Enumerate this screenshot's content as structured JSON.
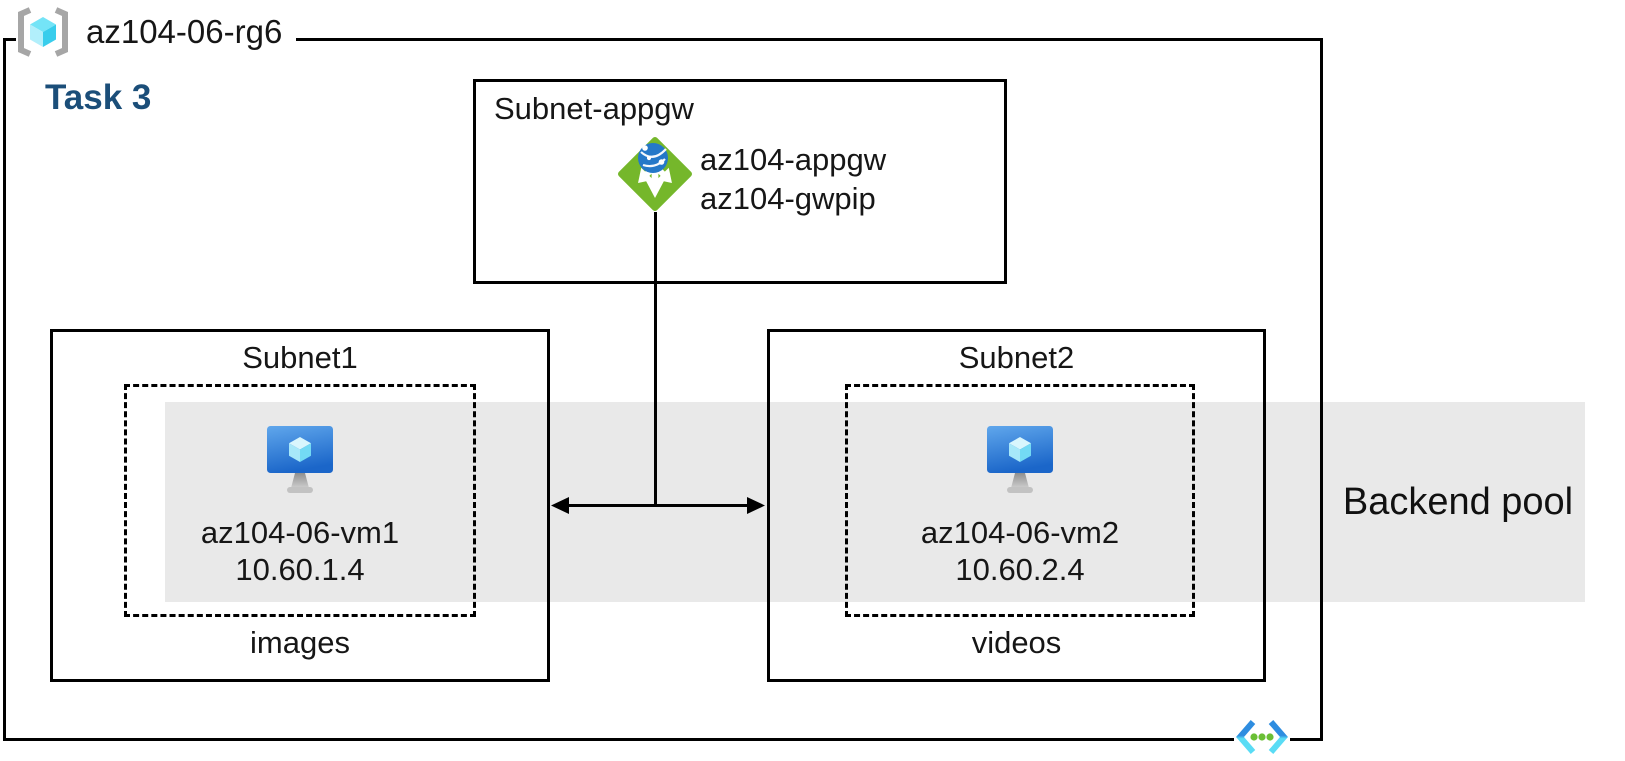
{
  "resource_group": {
    "label": "az104-06-rg6",
    "icon": "resource-group-icon"
  },
  "task": {
    "label": "Task 3",
    "color": "#1b4e79"
  },
  "appgw_subnet": {
    "title": "Subnet-appgw",
    "gateway": {
      "name": "az104-appgw",
      "public_ip": "az104-gwpip",
      "icon": "application-gateway-icon"
    }
  },
  "subnet1": {
    "title": "Subnet1",
    "vm": {
      "name": "az104-06-vm1",
      "ip": "10.60.1.4",
      "icon": "virtual-machine-icon"
    },
    "storage_label": "images"
  },
  "subnet2": {
    "title": "Subnet2",
    "vm": {
      "name": "az104-06-vm2",
      "ip": "10.60.2.4",
      "icon": "virtual-machine-icon"
    },
    "storage_label": "videos"
  },
  "backend_pool": {
    "label": "Backend pool",
    "band_color": "#e9e9e9"
  },
  "vnet": {
    "icon": "virtual-network-icon"
  },
  "colors": {
    "outline": "#000000",
    "task_text": "#1b4e79",
    "appgw_green": "#75b72b",
    "globe_blue": "#2478c8",
    "vm_monitor_top": "#60a7ec",
    "vm_monitor_bottom": "#1b66c9",
    "cube_cyan_light": "#d9f6fd",
    "cube_cyan_mid": "#a7e8f9",
    "cube_cyan_dark": "#73daf4",
    "vnet_dot_green": "#6abf35",
    "vnet_chevron_blue": "#2e8de0",
    "vnet_chevron_cyan": "#5adcf5",
    "bracket_gray": "#a6a6a6"
  }
}
